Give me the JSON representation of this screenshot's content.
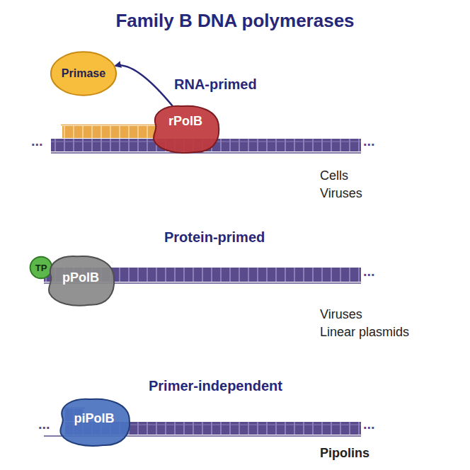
{
  "diagram": {
    "title": "Family B DNA polymerases",
    "nodes": [
      {
        "text": [
          "Primase"
        ]
      },
      {
        "text": [
          "rPolB"
        ]
      },
      {
        "text": [
          "TP"
        ]
      },
      {
        "text": [
          "pPolB"
        ]
      },
      {
        "text": [
          "piPolB"
        ]
      }
    ],
    "edges": [
      {
        "from": 1,
        "to": 0,
        "arrow": "to"
      }
    ],
    "labels": [
      "RNA-primed",
      "...",
      "...",
      "Cells",
      "Viruses",
      "Protein-primed",
      "...",
      "Viruses",
      "Linear plasmids",
      "Primer-independent",
      "...",
      "...",
      "Pipolins"
    ]
  }
}
